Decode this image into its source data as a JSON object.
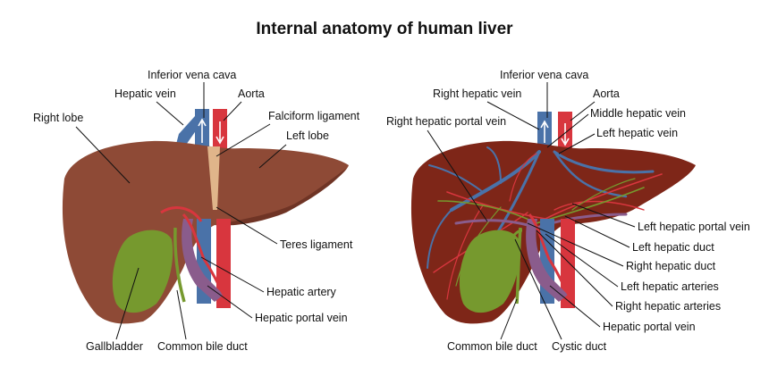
{
  "title": "Internal anatomy of human liver",
  "colors": {
    "liver_left": "#8e4a36",
    "liver_right": "#7e2618",
    "vein_blue": "#4a72a8",
    "artery_red": "#d8363e",
    "bile_green": "#76992e",
    "ligament": "#e0b58a",
    "portal_purple": "#8a5c8c"
  },
  "left_diagram": {
    "labels": {
      "inferior_vena_cava": "Inferior vena cava",
      "hepatic_vein": "Hepatic vein",
      "aorta": "Aorta",
      "right_lobe": "Right lobe",
      "falciform_ligament": "Falciform ligament",
      "left_lobe": "Left lobe",
      "teres_ligament": "Teres ligament",
      "hepatic_artery": "Hepatic artery",
      "hepatic_portal_vein": "Hepatic portal vein",
      "gallbladder": "Gallbladder",
      "common_bile_duct": "Common bile duct"
    }
  },
  "right_diagram": {
    "labels": {
      "inferior_vena_cava": "Inferior vena cava",
      "right_hepatic_vein": "Right hepatic vein",
      "aorta": "Aorta",
      "right_hepatic_portal_vein": "Right hepatic portal vein",
      "middle_hepatic_vein": "Middle hepatic vein",
      "left_hepatic_vein": "Left hepatic vein",
      "left_hepatic_portal_vein": "Left hepatic portal vein",
      "left_hepatic_duct": "Left hepatic duct",
      "right_hepatic_duct": "Right hepatic duct",
      "left_hepatic_arteries": "Left hepatic arteries",
      "right_hepatic_arteries": "Right hepatic arteries",
      "hepatic_portal_vein": "Hepatic portal vein",
      "common_bile_duct": "Common bile duct",
      "cystic_duct": "Cystic duct"
    }
  }
}
